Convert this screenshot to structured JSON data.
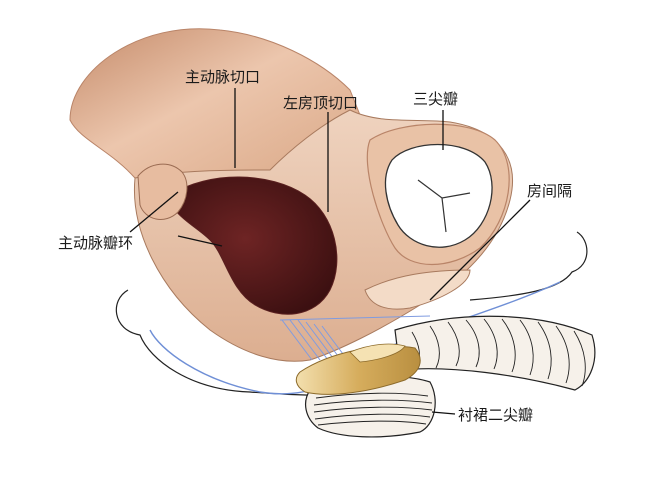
{
  "labels": {
    "aortic_incision": "主动脉切口",
    "left_atrial_roof_incision": "左房顶切口",
    "tricuspid_valve": "三尖瓣",
    "atrial_septum": "房间隔",
    "aortic_annulus": "主动脉瓣环",
    "skirted_mitral_valve": "衬裙二尖瓣"
  },
  "colors": {
    "tissue_light": "#f1d6c1",
    "tissue_mid": "#e2b392",
    "tissue_shadow": "#c98f6f",
    "cavity_dark": "#4a1616",
    "ring_gold": "#d9b46a",
    "outline_blue": "#6f8fd6"
  }
}
